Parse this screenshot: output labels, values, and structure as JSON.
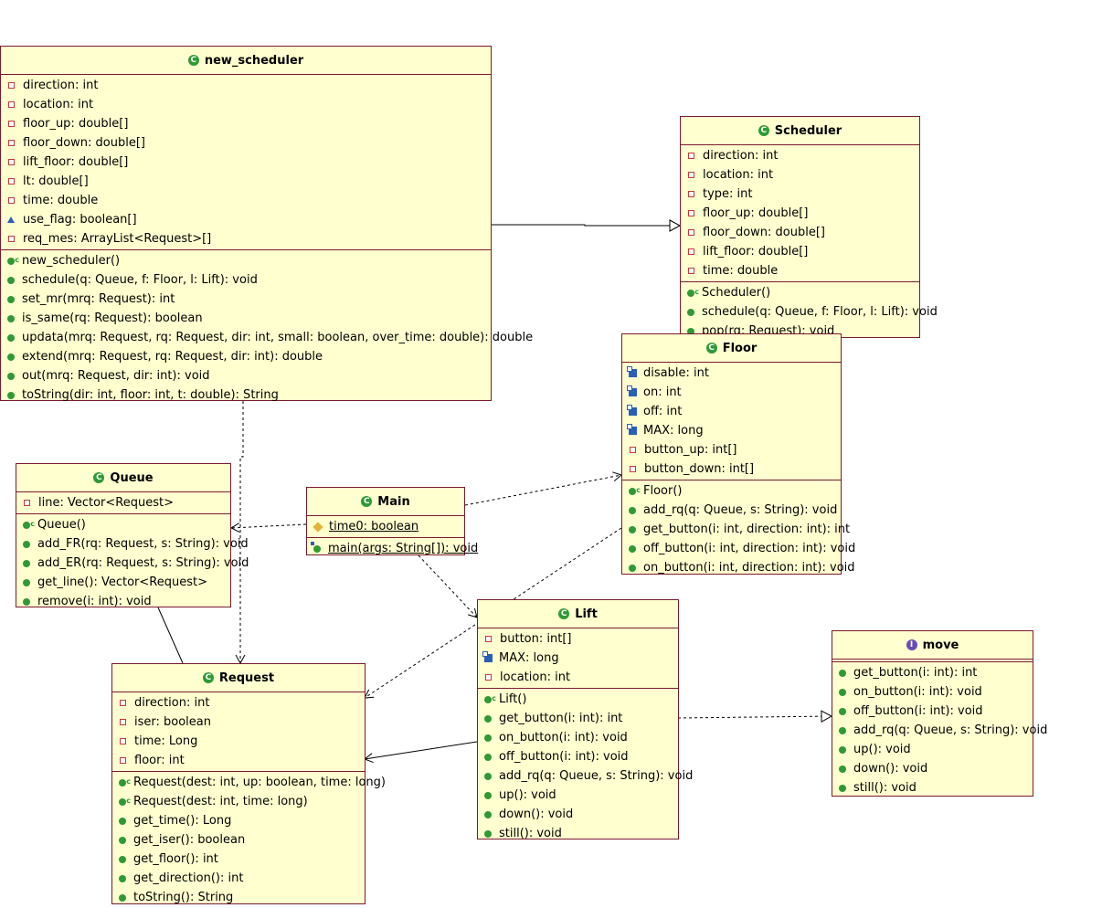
{
  "classes": {
    "new_scheduler": {
      "name": "new_scheduler",
      "kind": "class",
      "fields": [
        {
          "text": "direction: int",
          "vis": "private"
        },
        {
          "text": "location: int",
          "vis": "private"
        },
        {
          "text": "floor_up: double[]",
          "vis": "private"
        },
        {
          "text": "floor_down: double[]",
          "vis": "private"
        },
        {
          "text": "lift_floor: double[]",
          "vis": "private"
        },
        {
          "text": "lt: double[]",
          "vis": "private"
        },
        {
          "text": "time: double",
          "vis": "private"
        },
        {
          "text": "use_flag: boolean[]",
          "vis": "protected"
        },
        {
          "text": "req_mes: ArrayList<Request>[]",
          "vis": "private"
        }
      ],
      "methods": [
        {
          "text": "new_scheduler()",
          "vis": "constructor"
        },
        {
          "text": "schedule(q: Queue, f: Floor, l: Lift): void",
          "vis": "public"
        },
        {
          "text": "set_mr(mrq: Request): int",
          "vis": "public"
        },
        {
          "text": "is_same(rq: Request): boolean",
          "vis": "public"
        },
        {
          "text": "updata(mrq: Request, rq: Request, dir: int, small: boolean, over_time: double): double",
          "vis": "public"
        },
        {
          "text": "extend(mrq: Request, rq: Request, dir: int): double",
          "vis": "public"
        },
        {
          "text": "out(mrq: Request, dir: int): void",
          "vis": "public"
        },
        {
          "text": "toString(dir: int, floor: int, t: double): String",
          "vis": "public"
        }
      ]
    },
    "Scheduler": {
      "name": "Scheduler",
      "kind": "class",
      "fields": [
        {
          "text": "direction: int",
          "vis": "private"
        },
        {
          "text": "location: int",
          "vis": "private"
        },
        {
          "text": "type: int",
          "vis": "private"
        },
        {
          "text": "floor_up: double[]",
          "vis": "private"
        },
        {
          "text": "floor_down: double[]",
          "vis": "private"
        },
        {
          "text": "lift_floor: double[]",
          "vis": "private"
        },
        {
          "text": "time: double",
          "vis": "private"
        }
      ],
      "methods": [
        {
          "text": "Scheduler()",
          "vis": "constructor"
        },
        {
          "text": "schedule(q: Queue, f: Floor, l: Lift): void",
          "vis": "public"
        },
        {
          "text": "pop(rq: Request): void",
          "vis": "public"
        }
      ]
    },
    "Floor": {
      "name": "Floor",
      "kind": "class",
      "fields": [
        {
          "text": "disable: int",
          "vis": "static-final"
        },
        {
          "text": "on: int",
          "vis": "static-final"
        },
        {
          "text": "off: int",
          "vis": "static-final"
        },
        {
          "text": "MAX: long",
          "vis": "static-final"
        },
        {
          "text": "button_up: int[]",
          "vis": "private"
        },
        {
          "text": "button_down: int[]",
          "vis": "private"
        }
      ],
      "methods": [
        {
          "text": "Floor()",
          "vis": "constructor"
        },
        {
          "text": "add_rq(q: Queue, s: String): void",
          "vis": "public"
        },
        {
          "text": "get_button(i: int, direction: int): int",
          "vis": "public"
        },
        {
          "text": "off_button(i: int, direction: int): void",
          "vis": "public"
        },
        {
          "text": "on_button(i: int, direction: int): void",
          "vis": "public"
        }
      ]
    },
    "Queue": {
      "name": "Queue",
      "kind": "class",
      "fields": [
        {
          "text": "line: Vector<Request>",
          "vis": "private"
        }
      ],
      "methods": [
        {
          "text": "Queue()",
          "vis": "constructor"
        },
        {
          "text": "add_FR(rq: Request, s: String): void",
          "vis": "public"
        },
        {
          "text": "add_ER(rq: Request, s: String): void",
          "vis": "public"
        },
        {
          "text": "get_line(): Vector<Request>",
          "vis": "public"
        },
        {
          "text": "remove(i: int): void",
          "vis": "public"
        }
      ]
    },
    "Main": {
      "name": "Main",
      "kind": "class",
      "fields": [
        {
          "text": "time0: boolean",
          "vis": "static-field",
          "underline": true
        }
      ],
      "methods": [
        {
          "text": "main(args: String[]): void",
          "vis": "static-method",
          "underline": true
        }
      ]
    },
    "Lift": {
      "name": "Lift",
      "kind": "class",
      "fields": [
        {
          "text": "button: int[]",
          "vis": "private"
        },
        {
          "text": "MAX: long",
          "vis": "static-final"
        },
        {
          "text": "location: int",
          "vis": "private"
        }
      ],
      "methods": [
        {
          "text": "Lift()",
          "vis": "constructor"
        },
        {
          "text": "get_button(i: int): int",
          "vis": "public"
        },
        {
          "text": "on_button(i: int): void",
          "vis": "public"
        },
        {
          "text": "off_button(i: int): void",
          "vis": "public"
        },
        {
          "text": "add_rq(q: Queue, s: String): void",
          "vis": "public"
        },
        {
          "text": "up(): void",
          "vis": "public"
        },
        {
          "text": "down(): void",
          "vis": "public"
        },
        {
          "text": "still(): void",
          "vis": "public"
        }
      ]
    },
    "move": {
      "name": "move",
      "kind": "interface",
      "fields": [],
      "methods": [
        {
          "text": "get_button(i: int): int",
          "vis": "public"
        },
        {
          "text": "on_button(i: int): void",
          "vis": "public"
        },
        {
          "text": "off_button(i: int): void",
          "vis": "public"
        },
        {
          "text": "add_rq(q: Queue, s: String): void",
          "vis": "public"
        },
        {
          "text": "up(): void",
          "vis": "public"
        },
        {
          "text": "down(): void",
          "vis": "public"
        },
        {
          "text": "still(): void",
          "vis": "public"
        }
      ]
    },
    "Request": {
      "name": "Request",
      "kind": "class",
      "fields": [
        {
          "text": "direction: int",
          "vis": "private"
        },
        {
          "text": "iser: boolean",
          "vis": "private"
        },
        {
          "text": "time: Long",
          "vis": "private"
        },
        {
          "text": "floor: int",
          "vis": "private"
        }
      ],
      "methods": [
        {
          "text": "Request(dest: int, up: boolean, time: long)",
          "vis": "constructor"
        },
        {
          "text": "Request(dest: int, time: long)",
          "vis": "constructor"
        },
        {
          "text": "get_time(): Long",
          "vis": "public"
        },
        {
          "text": "get_iser(): boolean",
          "vis": "public"
        },
        {
          "text": "get_floor(): int",
          "vis": "public"
        },
        {
          "text": "get_direction(): int",
          "vis": "public"
        },
        {
          "text": "toString(): String",
          "vis": "public"
        }
      ]
    }
  },
  "relations": [
    {
      "from": "new_scheduler",
      "to": "Scheduler",
      "type": "generalization"
    },
    {
      "from": "new_scheduler",
      "to": "Request",
      "type": "dependency"
    },
    {
      "from": "Main",
      "to": "Queue",
      "type": "dependency"
    },
    {
      "from": "Main",
      "to": "Floor",
      "type": "dependency"
    },
    {
      "from": "Main",
      "to": "Lift",
      "type": "dependency"
    },
    {
      "from": "Floor",
      "to": "Request",
      "type": "dependency"
    },
    {
      "from": "Lift",
      "to": "Request",
      "type": "dependency"
    },
    {
      "from": "Lift",
      "to": "move",
      "type": "realization"
    },
    {
      "from": "Queue",
      "to": "Request",
      "type": "association"
    }
  ],
  "colors": {
    "box_fill": "#ffffcf",
    "box_border": "#7a1a2f",
    "line": "#000000"
  }
}
